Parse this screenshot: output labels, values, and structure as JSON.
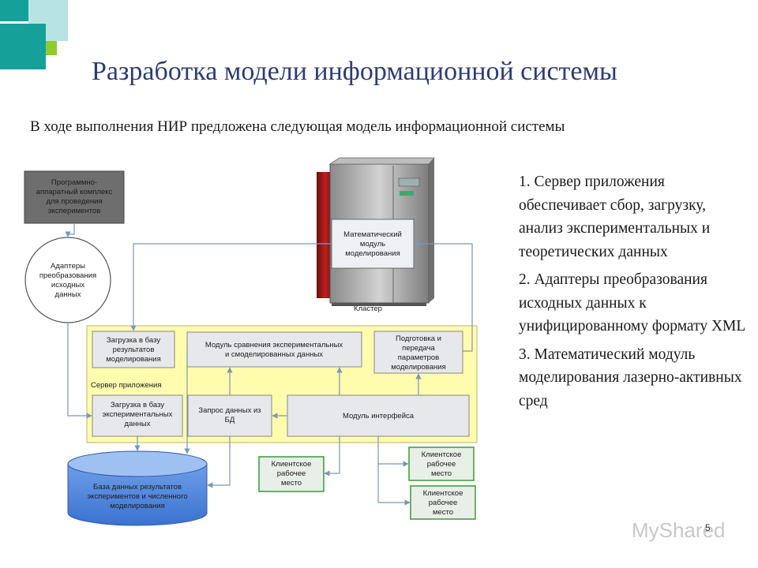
{
  "slide": {
    "title": "Разработка модели информационной системы",
    "subtitle": "В ходе выполнения НИР предложена следующая модель информационной системы",
    "page_number": "5",
    "accent_colors": {
      "teal": "#16a09a",
      "light_teal": "#b7e4e2",
      "lime": "#8ecb2c",
      "title": "#2e3b73"
    }
  },
  "points": [
    "1. Сервер приложения обеспечивает сбор, загрузку, анализ экспериментальных и теоретических данных",
    "2. Адаптеры преобразования исходных данных к унифицированному формату XML",
    "3. Математический модуль моделирования лазерно-активных сред"
  ],
  "diagram": {
    "hardware_complex": [
      "Программно-",
      "аппаратный комплекс",
      "для проведения",
      "экспериментов"
    ],
    "adapters": [
      "Адаптеры",
      "преобразования",
      "исходных",
      "данных"
    ],
    "math_module": [
      "Математический",
      "модуль",
      "моделирования"
    ],
    "cluster_label": "Кластер",
    "server_label": "Сервер приложения",
    "upload_results": [
      "Загрузка в базу",
      "результатов",
      "моделирования"
    ],
    "compare_module": [
      "Модуль сравнения экспериментальных",
      "и смоделированных данных"
    ],
    "prepare_params": [
      "Подготовка и",
      "передача",
      "параметров",
      "моделирования"
    ],
    "upload_experimental": [
      "Загрузка в базу",
      "экспериментальных",
      "данных"
    ],
    "db_query": [
      "Запрос данных из",
      "БД"
    ],
    "interface_module": "Модуль интерфейса",
    "database": [
      "База данных результатов",
      "экспериментов и численного",
      "моделирования"
    ],
    "client_1": [
      "Клиентское",
      "рабочее",
      "место"
    ],
    "client_2": [
      "Клиентское",
      "рабочее",
      "место"
    ],
    "client_3": [
      "Клиентское",
      "рабочее",
      "место"
    ]
  },
  "watermark": "MyShared"
}
